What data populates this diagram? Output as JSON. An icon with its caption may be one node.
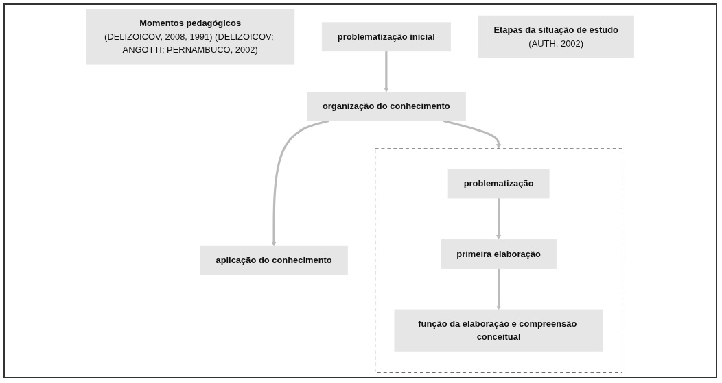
{
  "diagram": {
    "nodes": [
      {
        "text": [
          "Momentos pedagógicos",
          "(DELIZOICOV, 2008, 1991) (DELIZOICOV; ANGOTTI; PERNAMBUCO, 2002)"
        ]
      },
      {
        "text": [
          "problematização inicial"
        ]
      },
      {
        "text": [
          "organização do conhecimento"
        ]
      },
      {
        "text": [
          "aplicação do conhecimento"
        ]
      },
      {
        "text": [
          "Etapas da situação de estudo",
          "(AUTH, 2002)"
        ]
      },
      {
        "text": [],
        "shape": "box"
      },
      {
        "text": [
          "problematização"
        ],
        "in": 5
      },
      {
        "text": [
          "primeira elaboração"
        ],
        "in": 5
      },
      {
        "text": [
          "função da elaboração e compreensão conceitual"
        ],
        "in": 5
      }
    ],
    "edges": [
      {
        "from": 1,
        "to": 2,
        "arrow": "to"
      },
      {
        "from": 2,
        "to": 3,
        "arrow": "to"
      },
      {
        "from": 2,
        "to": 5,
        "arrow": "to"
      },
      {
        "from": 6,
        "to": 7,
        "arrow": "to"
      },
      {
        "from": 7,
        "to": 8,
        "arrow": "to"
      }
    ]
  }
}
